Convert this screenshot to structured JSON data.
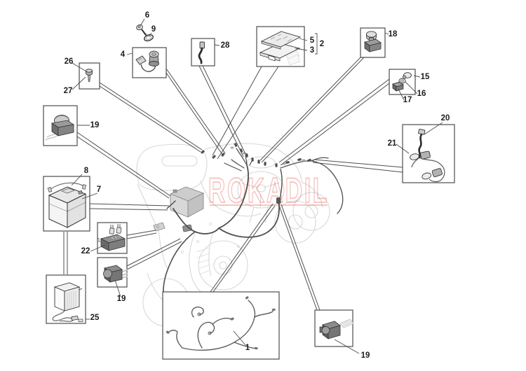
{
  "diagram": {
    "watermark": "ROKADIL",
    "labels": [
      {
        "text": "6"
      },
      {
        "text": "9"
      },
      {
        "text": "4"
      },
      {
        "text": "26"
      },
      {
        "text": "27"
      },
      {
        "text": "28"
      },
      {
        "text": "5"
      },
      {
        "text": "2"
      },
      {
        "text": "3"
      },
      {
        "text": "18"
      },
      {
        "text": "15"
      },
      {
        "text": "16"
      },
      {
        "text": "17"
      },
      {
        "text": "20"
      },
      {
        "text": "21"
      },
      {
        "text": "19"
      },
      {
        "text": "8"
      },
      {
        "text": "7"
      },
      {
        "text": "22"
      },
      {
        "text": "19"
      },
      {
        "text": "25"
      },
      {
        "text": "1"
      },
      {
        "text": "19"
      }
    ]
  }
}
